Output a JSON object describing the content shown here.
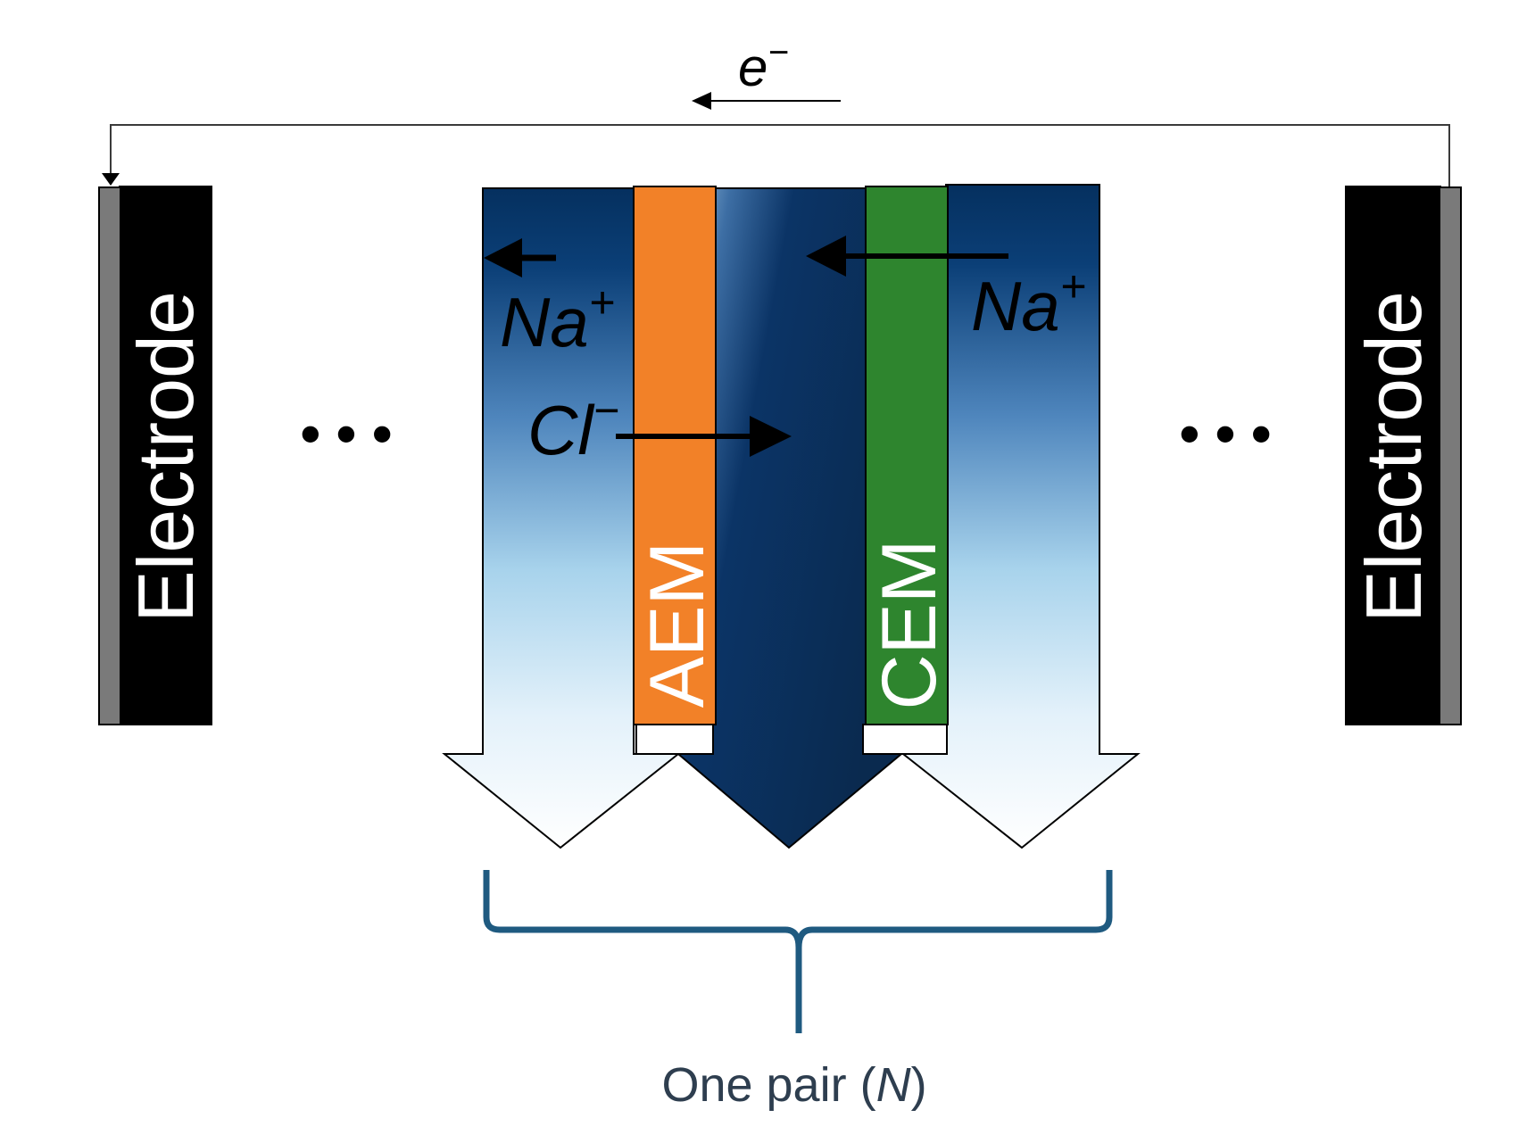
{
  "electron_label": {
    "base": "e",
    "sup": "−"
  },
  "electrode_left": {
    "label": "Electrode"
  },
  "electrode_right": {
    "label": "Electrode"
  },
  "ellipsis_left": "• • •",
  "ellipsis_right": "• • •",
  "membranes": {
    "aem": {
      "label": "AEM",
      "color": "#f28128"
    },
    "cem": {
      "label": "CEM",
      "color": "#2e852e"
    }
  },
  "ions": {
    "na_left": {
      "base": "Na",
      "sup": "+"
    },
    "na_right": {
      "base": "Na",
      "sup": "+"
    },
    "cl": {
      "base": "Cl",
      "sup": "−"
    }
  },
  "pair_label": {
    "text": "One pair (",
    "italic": "N",
    "close": ")"
  },
  "colors": {
    "dark_blue": "#05305f",
    "light_blue": "#a8d3ec",
    "bracket": "#1f5a80",
    "electrode_body": "#000000",
    "electrode_plate": "#7a7a7a"
  }
}
